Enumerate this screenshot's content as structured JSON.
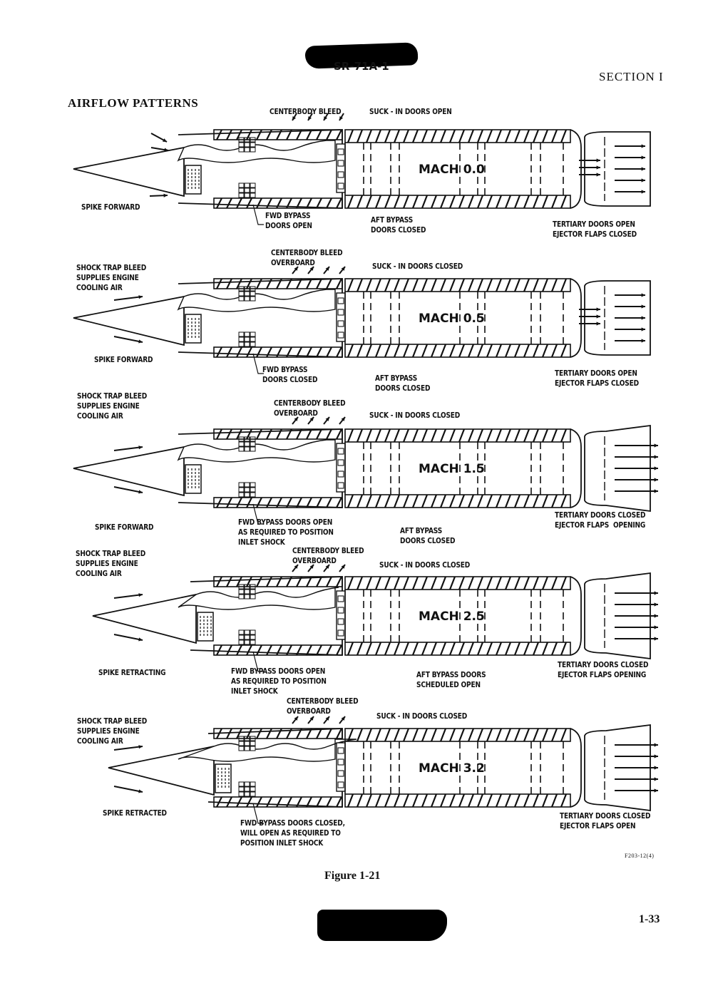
{
  "header": {
    "doc_id": "SR-71A-1",
    "section": "SECTION I"
  },
  "page_title": "AIRFLOW PATTERNS",
  "diagrams": [
    {
      "mach": "MACH 0.0",
      "labels": {
        "centerbody": "CENTERBODY BLEED",
        "suck_in": "SUCK - IN DOORS OPEN",
        "spike": "SPIKE FORWARD",
        "fwd_bypass": "FWD BYPASS\nDOORS OPEN",
        "aft_bypass": "AFT BYPASS\nDOORS CLOSED",
        "tertiary": "TERTIARY DOORS OPEN\nEJECTOR FLAPS CLOSED"
      }
    },
    {
      "mach": "MACH 0.5",
      "labels": {
        "shock_trap": "SHOCK TRAP BLEED\nSUPPLIES ENGINE\nCOOLING AIR",
        "centerbody": "CENTERBODY BLEED\nOVERBOARD",
        "suck_in": "SUCK - IN DOORS CLOSED",
        "spike": "SPIKE FORWARD",
        "fwd_bypass": "FWD BYPASS\nDOORS CLOSED",
        "aft_bypass": "AFT BYPASS\nDOORS CLOSED",
        "tertiary": "TERTIARY DOORS OPEN\nEJECTOR FLAPS CLOSED"
      }
    },
    {
      "mach": "MACH 1.5",
      "labels": {
        "shock_trap": "SHOCK TRAP BLEED\nSUPPLIES ENGINE\nCOOLING AIR",
        "centerbody": "CENTERBODY BLEED\nOVERBOARD",
        "suck_in": "SUCK - IN DOORS CLOSED",
        "spike": "SPIKE FORWARD",
        "fwd_bypass": "FWD BYPASS DOORS OPEN\nAS REQUIRED TO POSITION\nINLET SHOCK",
        "aft_bypass": "AFT BYPASS\nDOORS CLOSED",
        "tertiary": "TERTIARY DOORS CLOSED\nEJECTOR FLAPS  OPENING"
      }
    },
    {
      "mach": "MACH 2.5",
      "labels": {
        "shock_trap": "SHOCK TRAP BLEED\nSUPPLIES ENGINE\nCOOLING AIR",
        "centerbody": "CENTERBODY BLEED\nOVERBOARD",
        "suck_in": "SUCK - IN DOORS CLOSED",
        "spike": "SPIKE RETRACTING",
        "fwd_bypass": "FWD BYPASS DOORS OPEN\nAS REQUIRED TO POSITION\nINLET SHOCK",
        "aft_bypass": "AFT BYPASS DOORS\nSCHEDULED OPEN",
        "tertiary": "TERTIARY DOORS CLOSED\nEJECTOR FLAPS OPENING"
      }
    },
    {
      "mach": "MACH 3.2",
      "labels": {
        "shock_trap": "SHOCK TRAP BLEED\nSUPPLIES ENGINE\nCOOLING AIR",
        "centerbody": "CENTERBODY BLEED\nOVERBOARD",
        "suck_in": "SUCK - IN DOORS CLOSED",
        "spike": "SPIKE RETRACTED",
        "fwd_bypass": "FWD BYPASS DOORS CLOSED,\nWILL OPEN AS REQUIRED TO\nPOSITION INLET SHOCK",
        "tertiary": "TERTIARY DOORS CLOSED\nEJECTOR FLAPS OPEN"
      }
    }
  ],
  "figure_code": "F203-12(4)",
  "caption": "Figure 1-21",
  "page_number": "1-33",
  "colors": {
    "ink": "#111111",
    "paper": "#ffffff"
  }
}
